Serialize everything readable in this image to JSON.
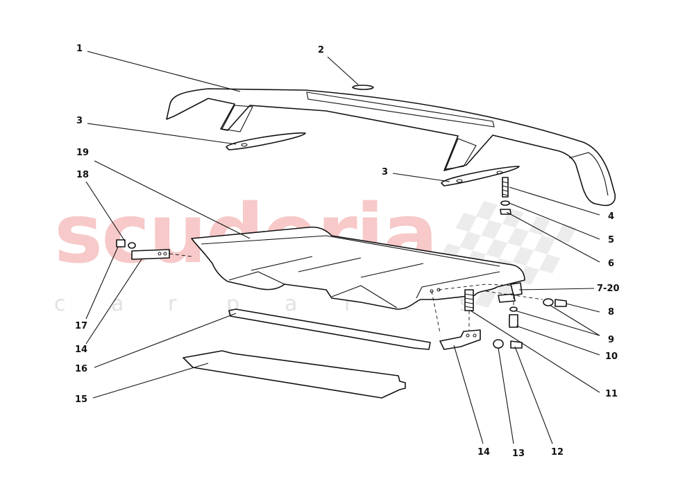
{
  "watermark": {
    "brand": "scuderia",
    "tagline": [
      "c",
      "a",
      "r",
      "p",
      "a",
      "r",
      "t",
      "s"
    ]
  },
  "callouts": {
    "c1": "1",
    "c2": "2",
    "c3a": "3",
    "c3b": "3",
    "c4": "4",
    "c5": "5",
    "c6": "6",
    "c7_20": "7-20",
    "c8": "8",
    "c9": "9",
    "c10": "10",
    "c11": "11",
    "c12": "12",
    "c13": "13",
    "c14a": "14",
    "c14b": "14",
    "c15": "15",
    "c16": "16",
    "c17": "17",
    "c18": "18",
    "c19": "19"
  },
  "colors": {
    "watermark_red": "#f7c9c9",
    "watermark_gray": "#e2e2e2",
    "line": "#111111"
  }
}
